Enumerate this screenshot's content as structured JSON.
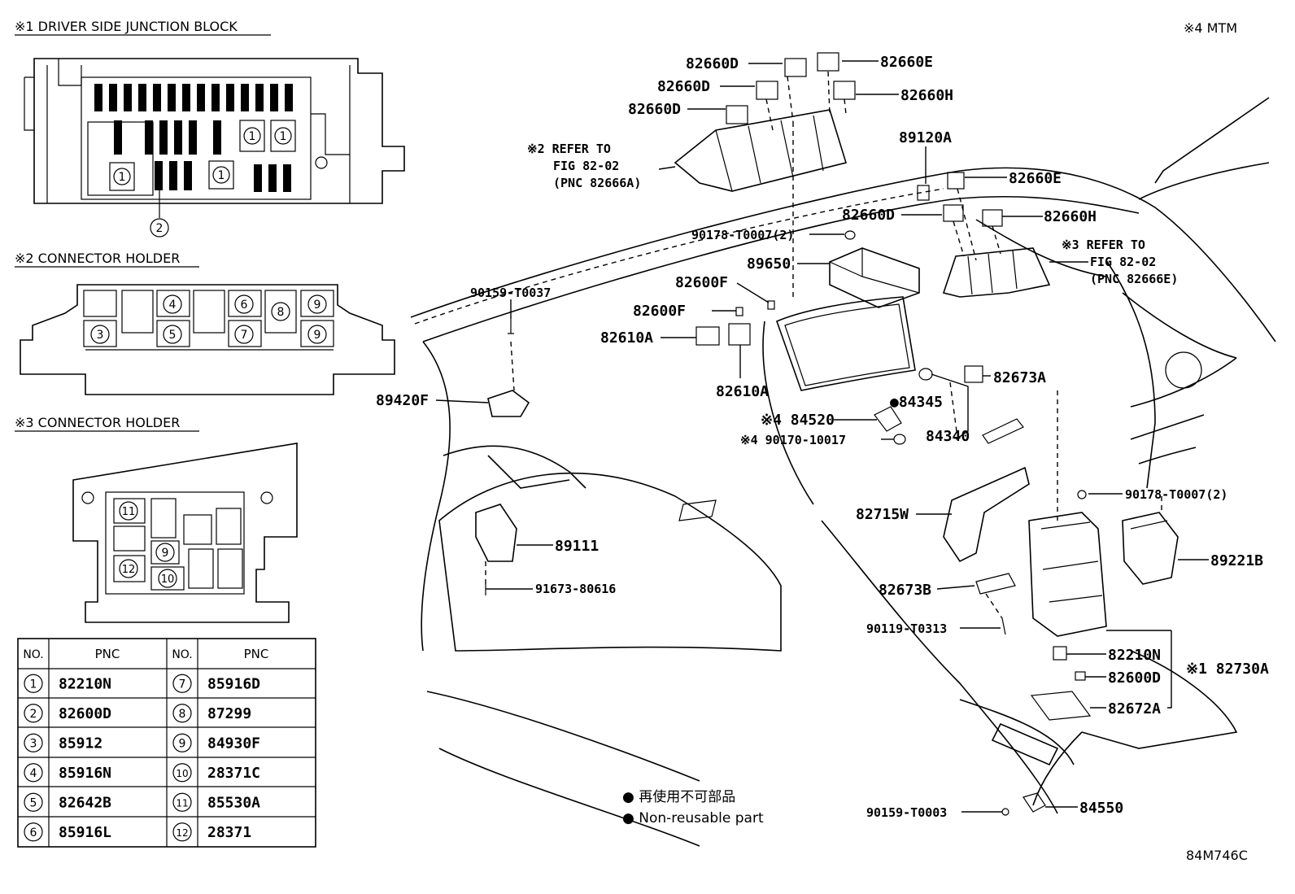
{
  "headers": {
    "h1": "※1 DRIVER SIDE JUNCTION BLOCK",
    "h2": "※2 CONNECTOR HOLDER",
    "h3": "※3 CONNECTOR HOLDER",
    "mtm": "※4 MTM"
  },
  "junction_block": {
    "circle_1": "1",
    "circle_2": "2"
  },
  "holder2": {
    "n3": "3",
    "n4": "4",
    "n5": "5",
    "n6": "6",
    "n7": "7",
    "n8": "8",
    "n9a": "9",
    "n9b": "9"
  },
  "holder3": {
    "n9": "9",
    "n10": "10",
    "n11": "11",
    "n12": "12"
  },
  "table": {
    "col_no": "NO.",
    "col_pnc": "PNC",
    "rows": [
      {
        "no": "1",
        "pnc": "82210N"
      },
      {
        "no": "2",
        "pnc": "82600D"
      },
      {
        "no": "3",
        "pnc": "85912"
      },
      {
        "no": "4",
        "pnc": "85916N"
      },
      {
        "no": "5",
        "pnc": "82642B"
      },
      {
        "no": "6",
        "pnc": "85916L"
      },
      {
        "no": "7",
        "pnc": "85916D"
      },
      {
        "no": "8",
        "pnc": "87299"
      },
      {
        "no": "9",
        "pnc": "84930F"
      },
      {
        "no": "10",
        "pnc": "28371C"
      },
      {
        "no": "11",
        "pnc": "85530A"
      },
      {
        "no": "12",
        "pnc": "28371"
      }
    ]
  },
  "labels": {
    "l82660D_a": "82660D",
    "l82660E_a": "82660E",
    "l82660D_b": "82660D",
    "l82660H_a": "82660H",
    "l82660D_c": "82660D",
    "refer2_a": "※2 REFER TO",
    "refer2_b": "FIG 82-02",
    "refer2_c": "(PNC 82666A)",
    "l89120A": "89120A",
    "l82660E_b": "82660E",
    "l82660D_d": "82660D",
    "l82660H_b": "82660H",
    "l90178_a": "90178-T0007(2)",
    "refer3_a": "※3 REFER TO",
    "refer3_b": "FIG 82-02",
    "refer3_c": "(PNC 82666E)",
    "l89650": "89650",
    "l82600F_a": "82600F",
    "l90159_a": "90159-T0037",
    "l82600F_b": "82600F",
    "l82610A_a": "82610A",
    "l82610A_b": "82610A",
    "l82673A": "82673A",
    "l84345": "●84345",
    "l89420F": "89420F",
    "l84520": "※4 84520",
    "l84340": "84340",
    "l90170": "※4 90170-10017",
    "l90178_b": "90178-T0007(2)",
    "l82715W": "82715W",
    "l89111": "89111",
    "l89221B": "89221B",
    "l91673": "91673-80616",
    "l82673B": "82673B",
    "l90119": "90119-T0313",
    "l82210N": "82210N",
    "l82730A": "※1 82730A",
    "l82600D": "82600D",
    "l82672A": "82672A",
    "legend_jp": "● 再使用不可部品",
    "legend_en": "● Non-reusable part",
    "l90159_b": "90159-T0003",
    "l84550": "84550",
    "figure_id": "84M746C"
  }
}
